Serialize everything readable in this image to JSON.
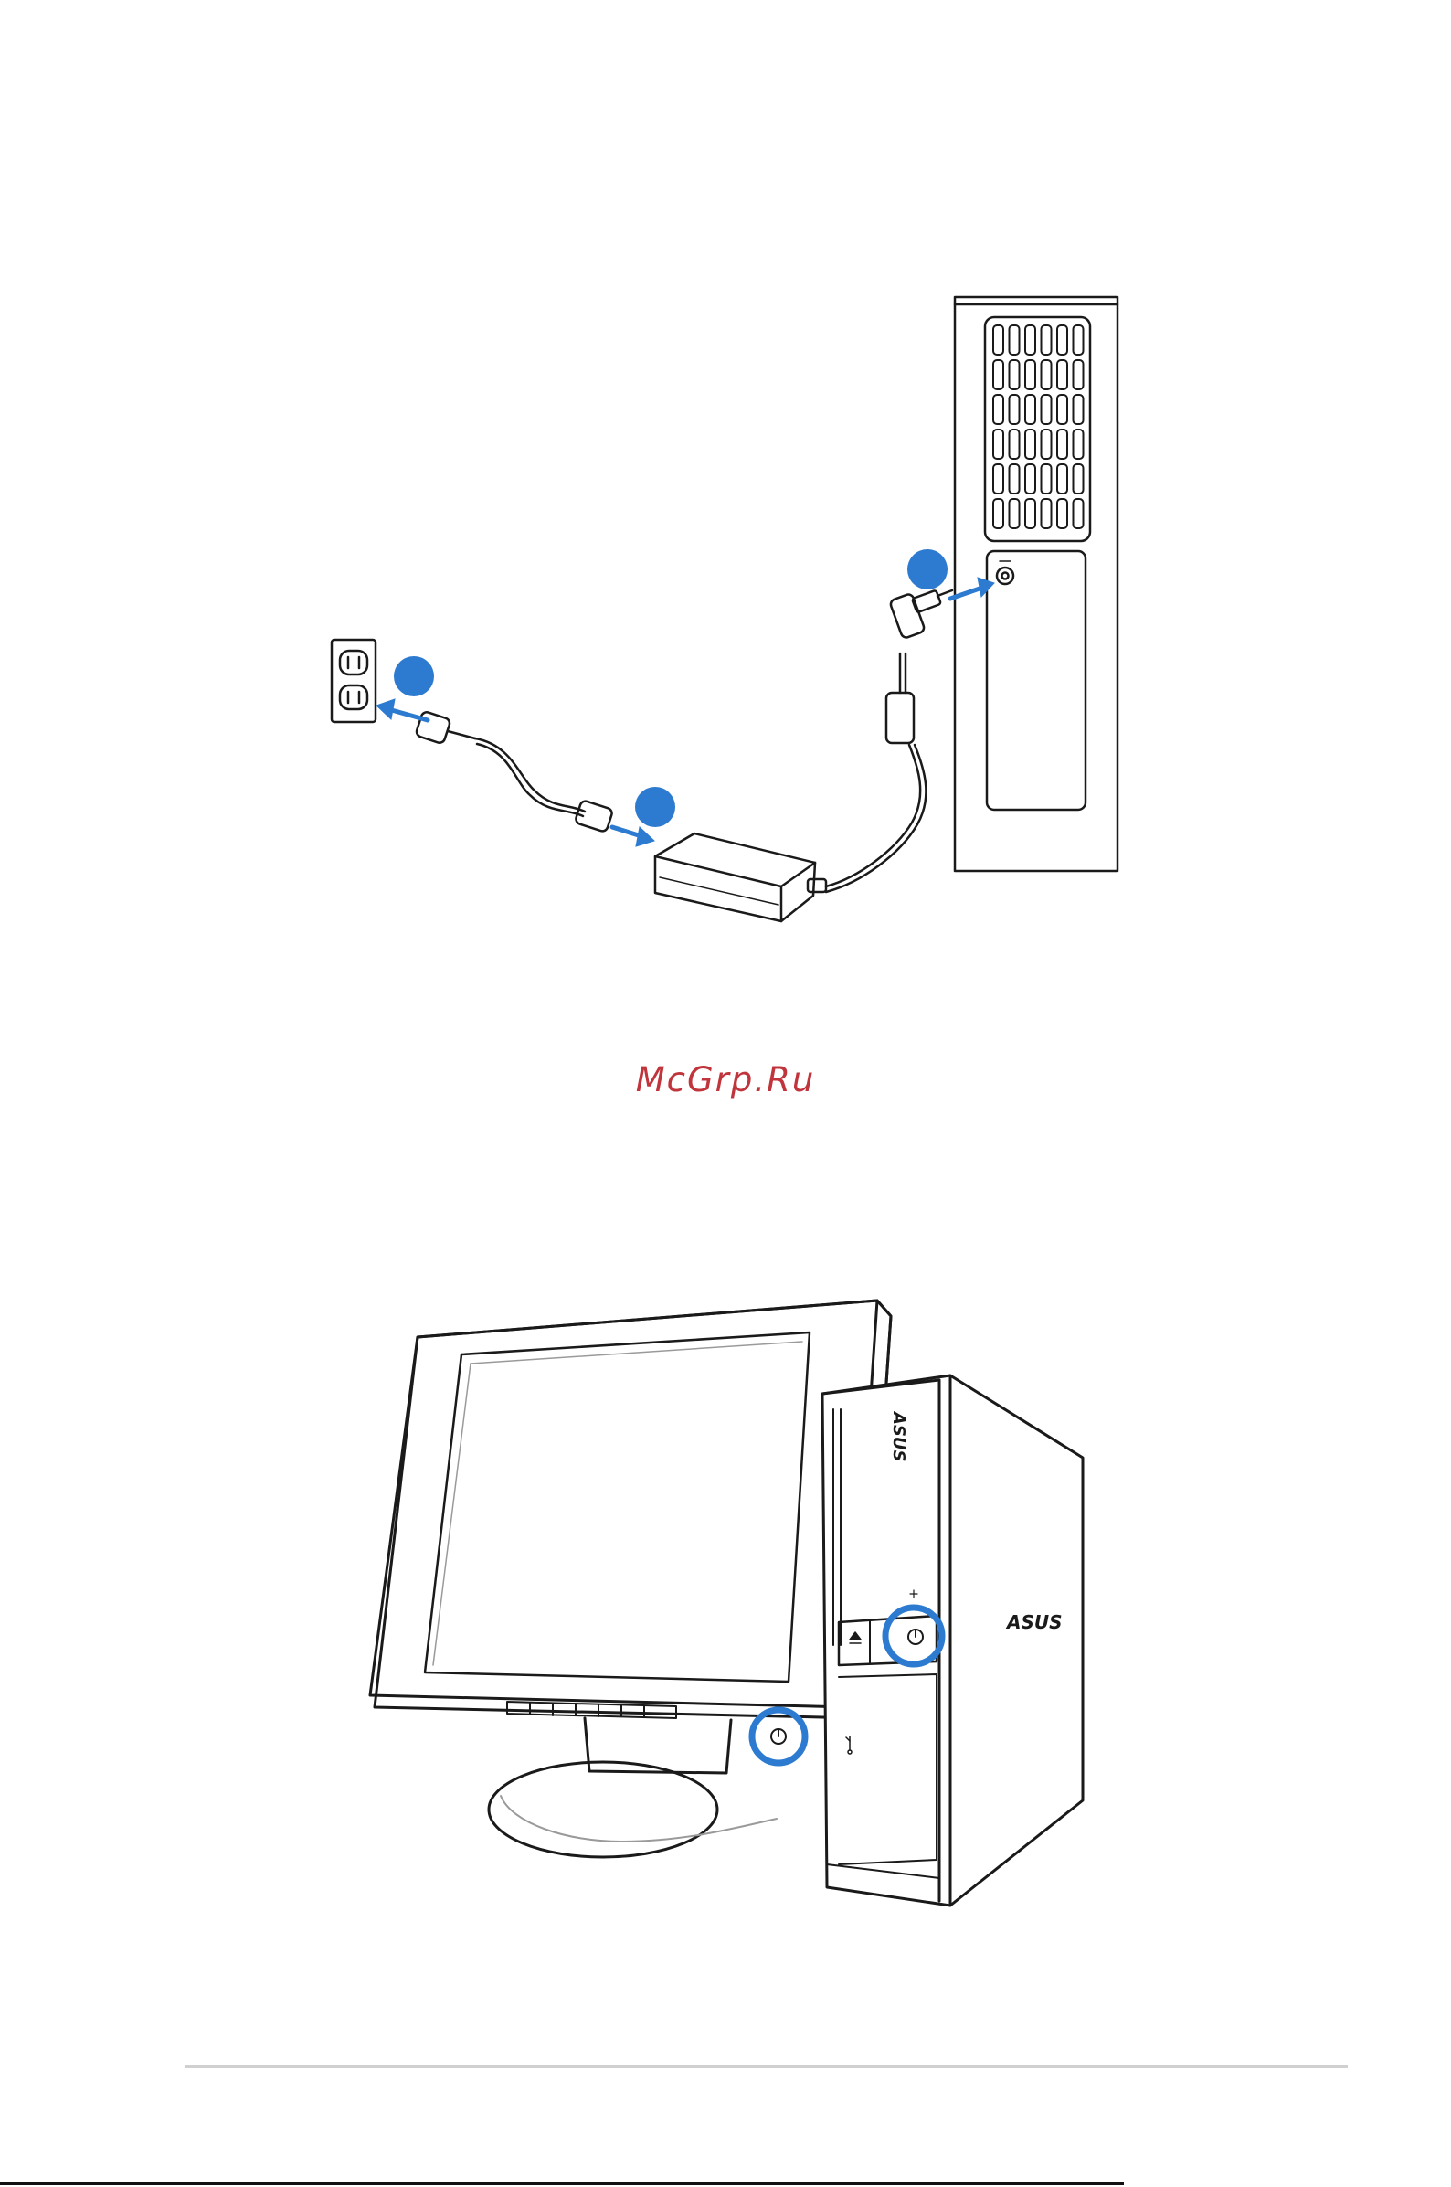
{
  "watermark": {
    "text": "McGrp.Ru",
    "color": "#c0343c"
  },
  "figure_top": {
    "step_markers": [
      {
        "id": "marker-1",
        "color": "#2d7bd0"
      },
      {
        "id": "marker-2",
        "color": "#2d7bd0"
      },
      {
        "id": "marker-3",
        "color": "#2d7bd0"
      }
    ],
    "arrow_color": "#2d7bd0",
    "icons": [
      "wall-outlet-icon",
      "power-plug-icon",
      "power-adapter-icon",
      "dc-plug-icon",
      "pc-rear-panel-icon",
      "dc-in-port-icon"
    ]
  },
  "figure_bottom": {
    "brand_logo": "ASUS",
    "highlight_color": "#2d7bd0",
    "icons": [
      "monitor-icon",
      "desktop-pc-icon",
      "monitor-power-button-icon",
      "pc-power-button-icon",
      "eject-icon",
      "usb-icon"
    ]
  },
  "colors": {
    "line": "#1a1a1a",
    "rule": "#d0d0d0"
  }
}
